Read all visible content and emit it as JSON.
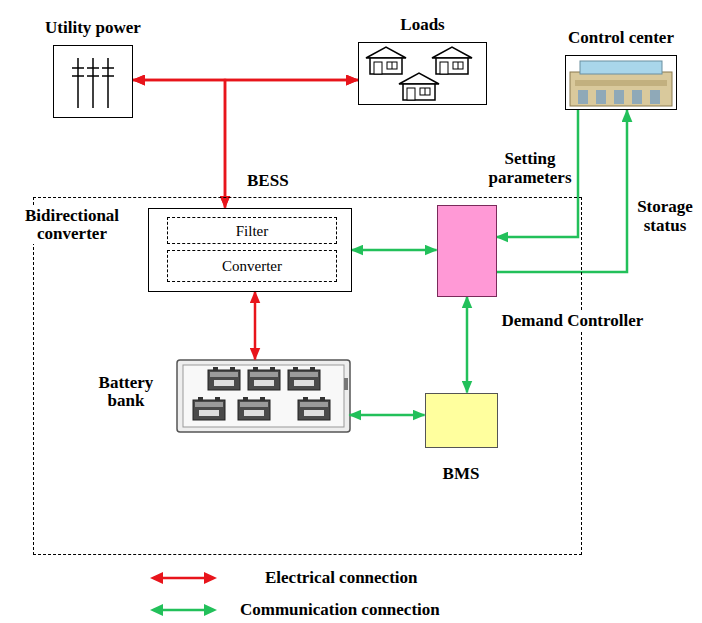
{
  "diagram": {
    "nodes": [
      {
        "text": [
          "Utility power"
        ]
      },
      {
        "text": [
          "Loads"
        ]
      },
      {
        "text": [
          "Control center"
        ]
      },
      {
        "text": [
          "BESS"
        ]
      },
      {
        "text": [
          "Bidirectional converter"
        ],
        "in": 3
      },
      {
        "text": [
          "Filter"
        ],
        "in": 4
      },
      {
        "text": [
          "Converter"
        ],
        "in": 4
      },
      {
        "text": [
          "Demand Controller"
        ],
        "in": 3
      },
      {
        "text": [
          "Battery bank"
        ],
        "in": 3
      },
      {
        "text": [
          "BMS"
        ],
        "in": 3
      }
    ],
    "edges": [
      {
        "from": 0,
        "to": 1,
        "arrow": "both"
      },
      {
        "from": 4,
        "to": 0,
        "arrow": "both"
      },
      {
        "from": 4,
        "to": 1,
        "arrow": "both"
      },
      {
        "from": 4,
        "to": 7,
        "arrow": "both"
      },
      {
        "from": 4,
        "to": 8,
        "arrow": "both"
      },
      {
        "from": 7,
        "to": 9,
        "arrow": "both"
      },
      {
        "from": 8,
        "to": 9,
        "arrow": "both"
      },
      {
        "from": 2,
        "to": 7,
        "label": "Setting parameters",
        "arrow": "to"
      },
      {
        "from": 7,
        "to": 2,
        "label": "Storage status",
        "arrow": "to"
      }
    ],
    "legend": [
      {
        "text": "Electrical connection"
      },
      {
        "text": "Communication connection"
      }
    ]
  }
}
